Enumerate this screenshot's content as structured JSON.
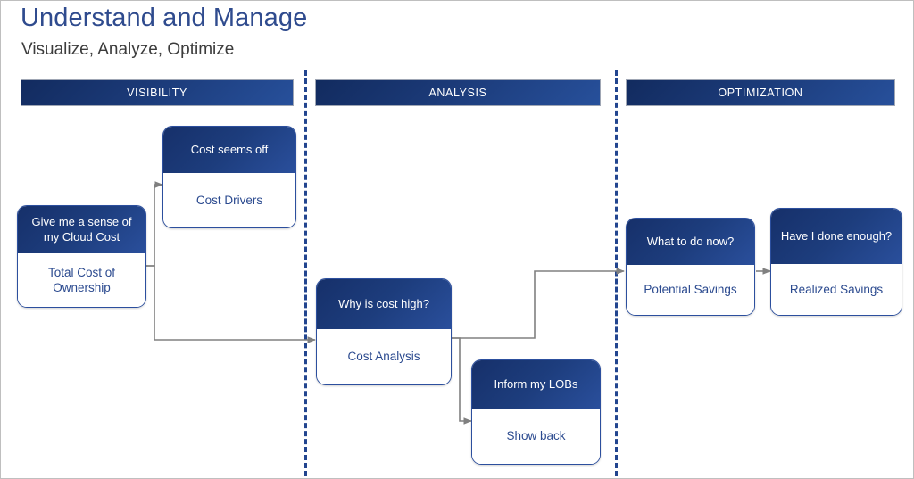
{
  "header": {
    "title": "Understand and Manage",
    "subtitle": "Visualize, Analyze, Optimize"
  },
  "colors": {
    "title_blue": "#2f4b8e",
    "subtitle_gray": "#3c3c3c",
    "card_header_blue": "#1d3d7d",
    "card_body_text_blue": "#2b4a8f",
    "divider_blue": "#22458f",
    "connector_gray": "#808080",
    "canvas_border": "#bfbfbf"
  },
  "phases": [
    {
      "id": "visibility",
      "label": "VISIBILITY"
    },
    {
      "id": "analysis",
      "label": "ANALYSIS"
    },
    {
      "id": "optimization",
      "label": "OPTIMIZATION"
    }
  ],
  "cards": [
    {
      "id": "total-cost-of-ownership",
      "phase": "visibility",
      "question": "Give me a sense of my Cloud Cost",
      "capability": "Total Cost of Ownership"
    },
    {
      "id": "cost-drivers",
      "phase": "visibility",
      "question": "Cost seems off",
      "capability": "Cost Drivers"
    },
    {
      "id": "cost-analysis",
      "phase": "analysis",
      "question": "Why is cost high?",
      "capability": "Cost Analysis"
    },
    {
      "id": "show-back",
      "phase": "analysis",
      "question": "Inform my LOBs",
      "capability": "Show back"
    },
    {
      "id": "potential-savings",
      "phase": "optimization",
      "question": "What to do now?",
      "capability": "Potential Savings"
    },
    {
      "id": "realized-savings",
      "phase": "optimization",
      "question": "Have I done enough?",
      "capability": "Realized Savings"
    }
  ],
  "flows": [
    {
      "from": "total-cost-of-ownership",
      "to": "cost-drivers"
    },
    {
      "from": "total-cost-of-ownership",
      "to": "cost-analysis"
    },
    {
      "from": "cost-analysis",
      "to": "potential-savings"
    },
    {
      "from": "cost-analysis",
      "to": "show-back"
    },
    {
      "from": "potential-savings",
      "to": "realized-savings"
    }
  ]
}
